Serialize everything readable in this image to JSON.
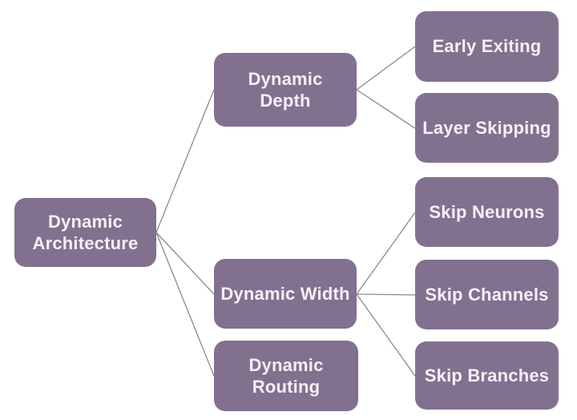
{
  "diagram_type": "tree",
  "palette": {
    "node_fill": "#81718F",
    "node_text": "#F5F0F7",
    "connector": "#8A8A8A",
    "background": "#FFFFFF"
  },
  "nodes": {
    "root": {
      "label": "Dynamic Architecture"
    },
    "level1": [
      {
        "label": "Dynamic Depth"
      },
      {
        "label": "Dynamic Width"
      },
      {
        "label": "Dynamic Routing"
      }
    ],
    "level2": [
      {
        "label": "Early Exiting"
      },
      {
        "label": "Layer Skipping"
      },
      {
        "label": "Skip Neurons"
      },
      {
        "label": "Skip Channels"
      },
      {
        "label": "Skip Branches"
      }
    ]
  },
  "edges": [
    {
      "from": "Dynamic Architecture",
      "to": "Dynamic Depth"
    },
    {
      "from": "Dynamic Architecture",
      "to": "Dynamic Width"
    },
    {
      "from": "Dynamic Architecture",
      "to": "Dynamic Routing"
    },
    {
      "from": "Dynamic Depth",
      "to": "Early Exiting"
    },
    {
      "from": "Dynamic Depth",
      "to": "Layer Skipping"
    },
    {
      "from": "Dynamic Width",
      "to": "Skip Neurons"
    },
    {
      "from": "Dynamic Width",
      "to": "Skip Channels"
    },
    {
      "from": "Dynamic Width",
      "to": "Skip Branches"
    }
  ]
}
